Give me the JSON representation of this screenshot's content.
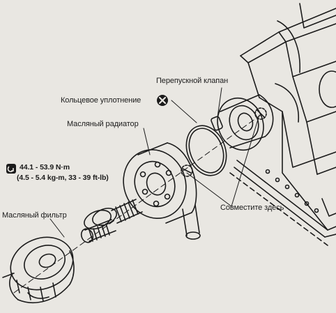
{
  "labels": {
    "bypass_valve": "Перепускной клапан",
    "o_ring": "Кольцевое уплотнение",
    "oil_cooler": "Масляный радиатор",
    "torque_line1": "44.1 - 53.9 N·m",
    "torque_line2": "(4.5 - 5.4 kg-m, 33 - 39 ft-lb)",
    "align_here": "Совместите здесь",
    "oil_filter": "Масляный фильтр"
  },
  "icons": {
    "torque": "torque-wrench-icon",
    "do_not_reuse": "circled-x-icon"
  },
  "colors": {
    "paper": "#e9e7e2",
    "ink": "#1b1b1b"
  }
}
